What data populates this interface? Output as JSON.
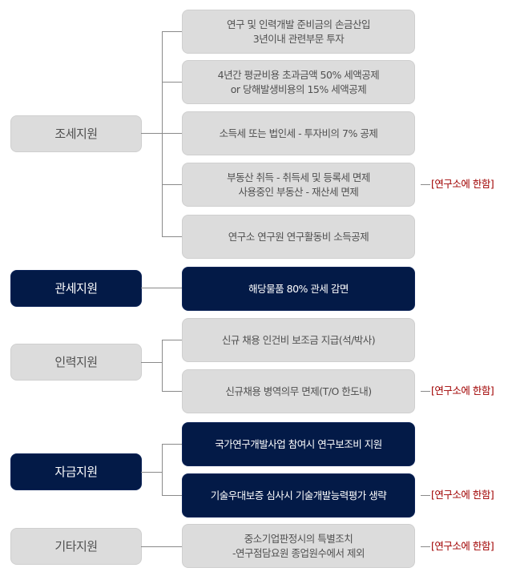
{
  "categories": [
    {
      "label": "조세지원",
      "style": "gray",
      "items": [
        {
          "text": "연구 및 인력개발 준비금의 손금산입\n3년이내 관련부문 투자"
        },
        {
          "text": "4년간 평균비용 초과금액 50% 세액공제\nor 당해발생비용의 15% 세액공제"
        },
        {
          "text": "소득세 또는 법인세 - 투자비의 7% 공제"
        },
        {
          "text": "부동산 취득 - 취득세 및 등록세 면제\n사용중인 부동산 - 재산세 면제",
          "note": "[연구소에 한함]"
        },
        {
          "text": "연구소 연구원 연구활동비 소득공제"
        }
      ]
    },
    {
      "label": "관세지원",
      "style": "dark",
      "items": [
        {
          "text": "해당물품 80% 관세 감면"
        }
      ]
    },
    {
      "label": "인력지원",
      "style": "gray",
      "items": [
        {
          "text": "신규 채용 인건비 보조금 지급(석/박사)"
        },
        {
          "text": "신규채용 병역의무 면제(T/O 한도내)",
          "note": "[연구소에 한함]"
        }
      ]
    },
    {
      "label": "자금지원",
      "style": "dark",
      "items": [
        {
          "text": "국가연구개발사업 참여시 연구보조비 지원"
        },
        {
          "text": "기술우대보증 심사시 기술개발능력평가 생략",
          "note": "[연구소에 한함]"
        }
      ]
    },
    {
      "label": "기타지원",
      "style": "gray",
      "items": [
        {
          "text": "중소기업판정시의 특별조치\n-연구점담요원 종업원수에서 제외",
          "note": "[연구소에 한함]"
        }
      ]
    }
  ],
  "colors": {
    "gray_box": "#dcdcdc",
    "dark_box": "#031a47",
    "note": "#a00000",
    "connector": "#8a8a8a"
  }
}
